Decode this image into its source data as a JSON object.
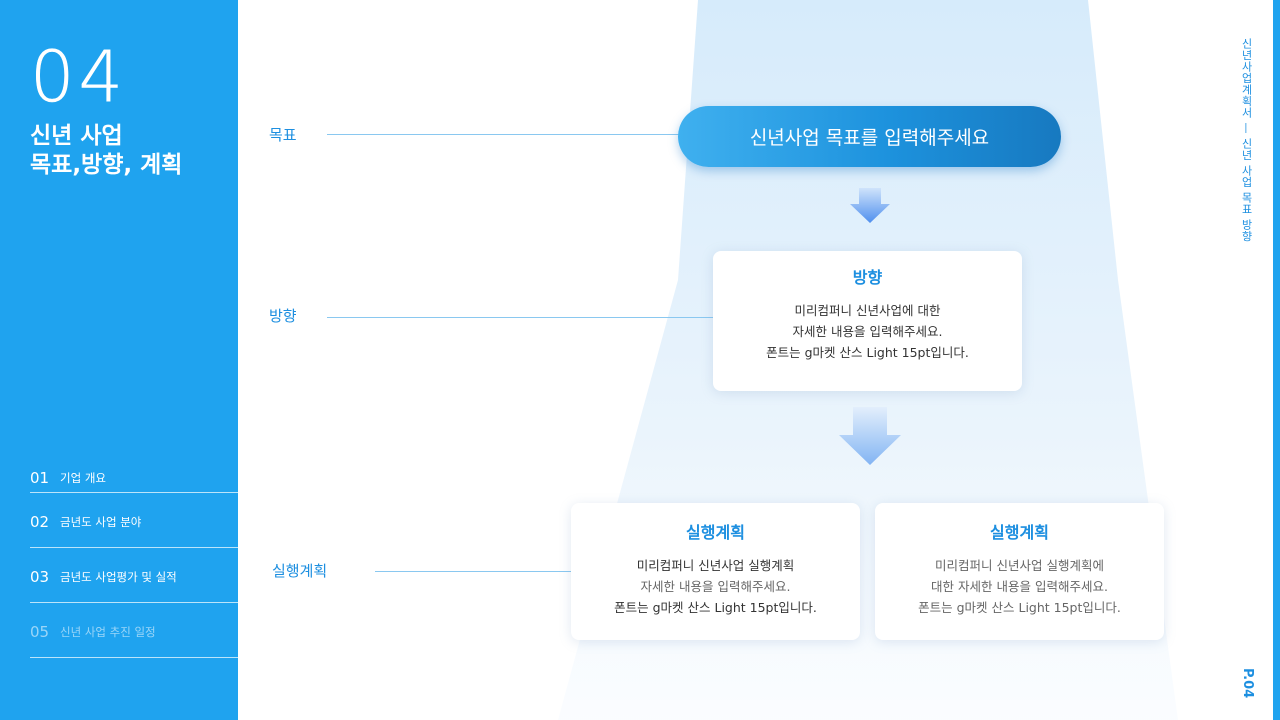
{
  "sidebar": {
    "section_number": "04",
    "title_line1": "신년 사업",
    "title_line2": "목표,방향, 계획",
    "nav": [
      {
        "num": "01",
        "label": "기업 개요"
      },
      {
        "num": "02",
        "label": "금년도 사업 분야"
      },
      {
        "num": "03",
        "label": "금년도 사업평가 및 실적"
      },
      {
        "num": "05",
        "label": "신년 사업 추진 일정"
      }
    ]
  },
  "rows": {
    "goal_label": "목표",
    "direction_label": "방향",
    "plan_label": "실행계획"
  },
  "goal": {
    "text": "신년사업 목표를 입력해주세요"
  },
  "direction_card": {
    "title": "방향",
    "lines": [
      "미리컴퍼니 신년사업에 대한",
      "자세한 내용을 입력해주세요.",
      "폰트는 g마켓 산스 Light 15pt입니다."
    ]
  },
  "plan_cards": [
    {
      "title": "실행계획",
      "lines": [
        "미리컴퍼니 신년사업 실행계획",
        "자세한 내용을 입력해주세요.",
        "폰트는 g마켓 산스 Light 15pt입니다."
      ]
    },
    {
      "title": "실행계획",
      "lines": [
        "미리컴퍼니 신년사업 실행계획에",
        "대한 자세한 내용을 입력해주세요.",
        "폰트는 g마켓 산스 Light 15pt입니다."
      ]
    }
  ],
  "right": {
    "vertical_text": "신년사업계획서 — 신년 사업 목표 방향",
    "page": "P.04"
  },
  "colors": {
    "brand": "#1fa3ef",
    "accent_text": "#1d8fe0"
  }
}
